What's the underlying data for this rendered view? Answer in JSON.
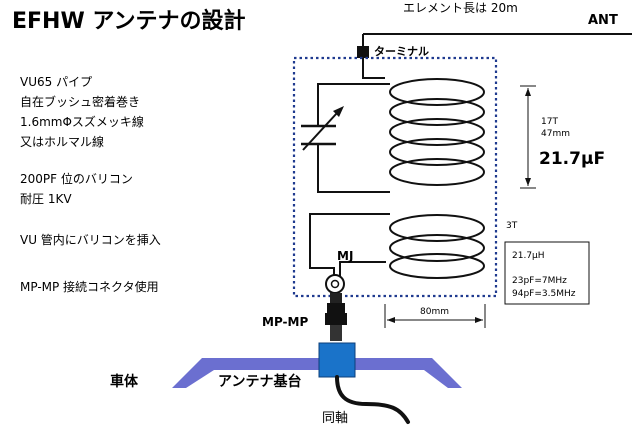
{
  "title": "EFHW アンテナの設計",
  "element_note": "エレメント長は 20m",
  "ant_label": "ANT",
  "terminal_label": "ターミナル",
  "notes": [
    "VU65 パイプ",
    "自在ブッシュ密着巻き",
    "1.6mmΦスズメッキ線",
    "又はホルマル線",
    "200PF 位のバリコン",
    "耐圧 1KV",
    "VU 管内にバリコンを挿入",
    "MP-MP 接続コネクタ使用"
  ],
  "coil_main": {
    "turns": "17T",
    "length": "47mm",
    "inductance": "21.7μF"
  },
  "coil_sub": {
    "turns": "3T"
  },
  "info_box": {
    "line1": "21.7μH",
    "line2": "23pF=7MHz",
    "line3": "94pF=3.5MHz"
  },
  "mj_label": "MJ",
  "width_dim": "80mm",
  "mpmp_label": "MP-MP",
  "body_label": "車体",
  "base_label": "アンテナ基台",
  "coax_label": "同軸",
  "colors": {
    "dotted_border": "#1f3a8f",
    "body_plate": "#6b6fd0",
    "base_block": "#1a73c9"
  }
}
